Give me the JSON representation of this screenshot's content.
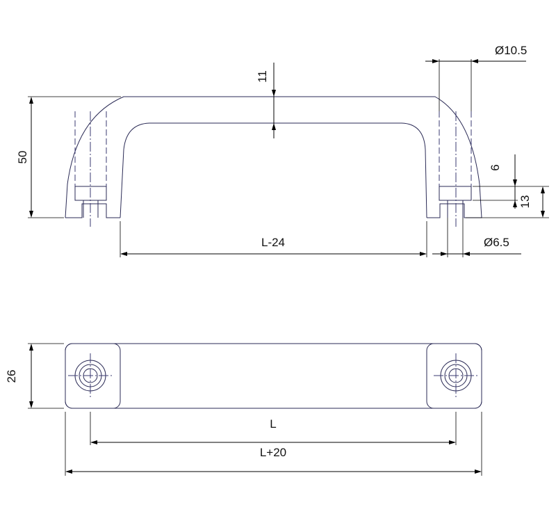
{
  "dimensions": {
    "height_50": "50",
    "thickness_11": "11",
    "bore_dia": "Ø10.5",
    "depth_6": "6",
    "depth_13": "13",
    "thread_dia": "Ø6.5",
    "span_l24": "L-24",
    "width_26": "26",
    "pitch_l": "L",
    "overall_l20": "L+20"
  }
}
